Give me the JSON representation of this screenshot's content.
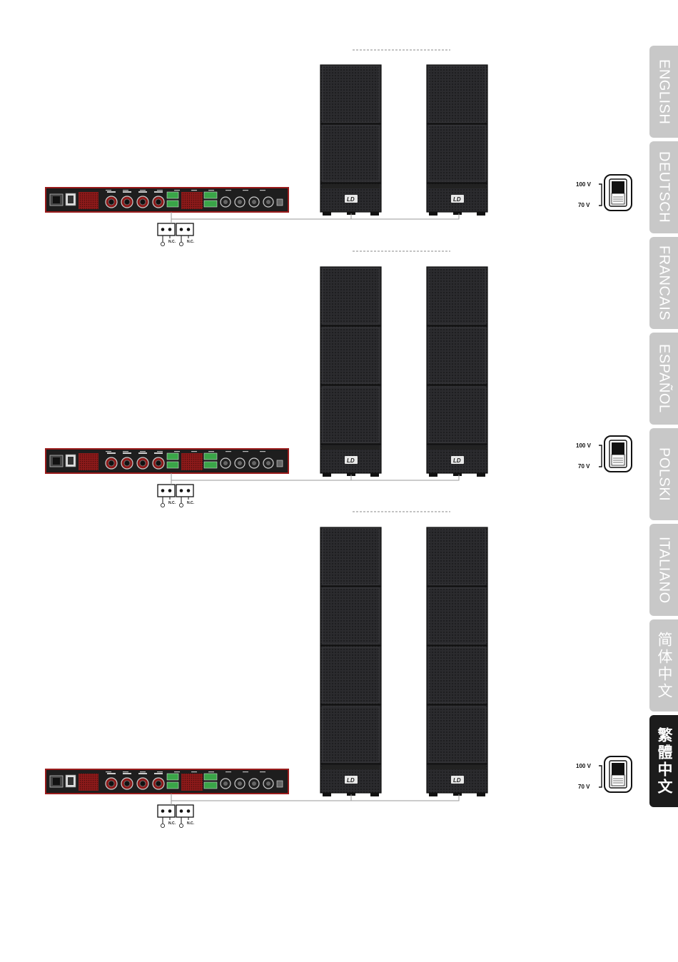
{
  "language_tabs": [
    {
      "label": "ENGLISH",
      "active": false
    },
    {
      "label": "DEUTSCH",
      "active": false
    },
    {
      "label": "FRANCAIS",
      "active": false
    },
    {
      "label": "ESPAÑOL",
      "active": false
    },
    {
      "label": "POLSKI",
      "active": false
    },
    {
      "label": "ITALIANO",
      "active": false
    },
    {
      "label": "简体中文",
      "active": false
    },
    {
      "label": "繁體中文",
      "active": true
    }
  ],
  "setups": [
    {
      "speaker_modules_per_column": 2
    },
    {
      "speaker_modules_per_column": 3
    },
    {
      "speaker_modules_per_column": 4
    }
  ],
  "voltage_switch": {
    "high": "100 V",
    "low": "70 V"
  },
  "terminal_labels": {
    "nc": "N.C."
  },
  "speaker_logo": "LD",
  "colors": {
    "amp_red": "#9a1c1c",
    "speaker": "#2a2a2c",
    "tab_inactive": "#c8c8c8",
    "tab_active": "#1c1c1c"
  }
}
